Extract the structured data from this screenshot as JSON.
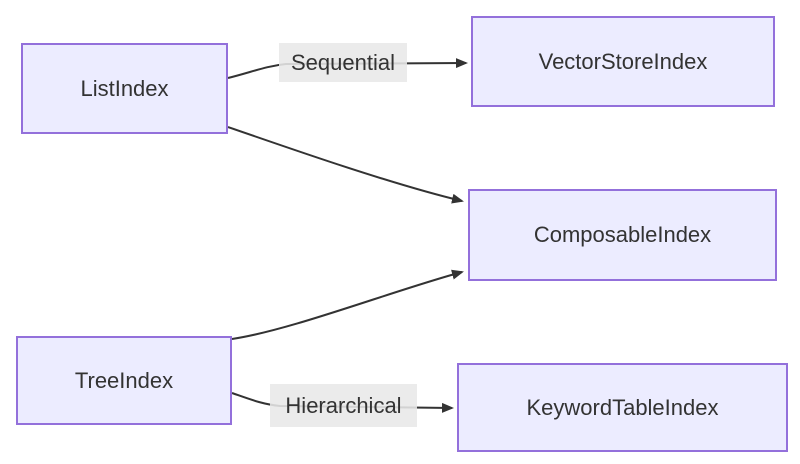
{
  "diagram": {
    "type": "flowchart",
    "direction": "left-to-right",
    "background": "#ffffff",
    "colors": {
      "node_fill": "#ECECFF",
      "node_border": "#9370DB",
      "node_text": "#333333",
      "edge_stroke": "#333333",
      "edge_label_bg": "#e8e8e8"
    },
    "nodes": [
      {
        "id": "list",
        "label": "ListIndex"
      },
      {
        "id": "vector",
        "label": "VectorStoreIndex"
      },
      {
        "id": "composable",
        "label": "ComposableIndex"
      },
      {
        "id": "tree",
        "label": "TreeIndex"
      },
      {
        "id": "keyword",
        "label": "KeywordTableIndex"
      }
    ],
    "edges": [
      {
        "from": "ListIndex",
        "to": "VectorStoreIndex",
        "label": "Sequential"
      },
      {
        "from": "ListIndex",
        "to": "ComposableIndex",
        "label": ""
      },
      {
        "from": "TreeIndex",
        "to": "ComposableIndex",
        "label": ""
      },
      {
        "from": "TreeIndex",
        "to": "KeywordTableIndex",
        "label": "Hierarchical"
      }
    ]
  }
}
